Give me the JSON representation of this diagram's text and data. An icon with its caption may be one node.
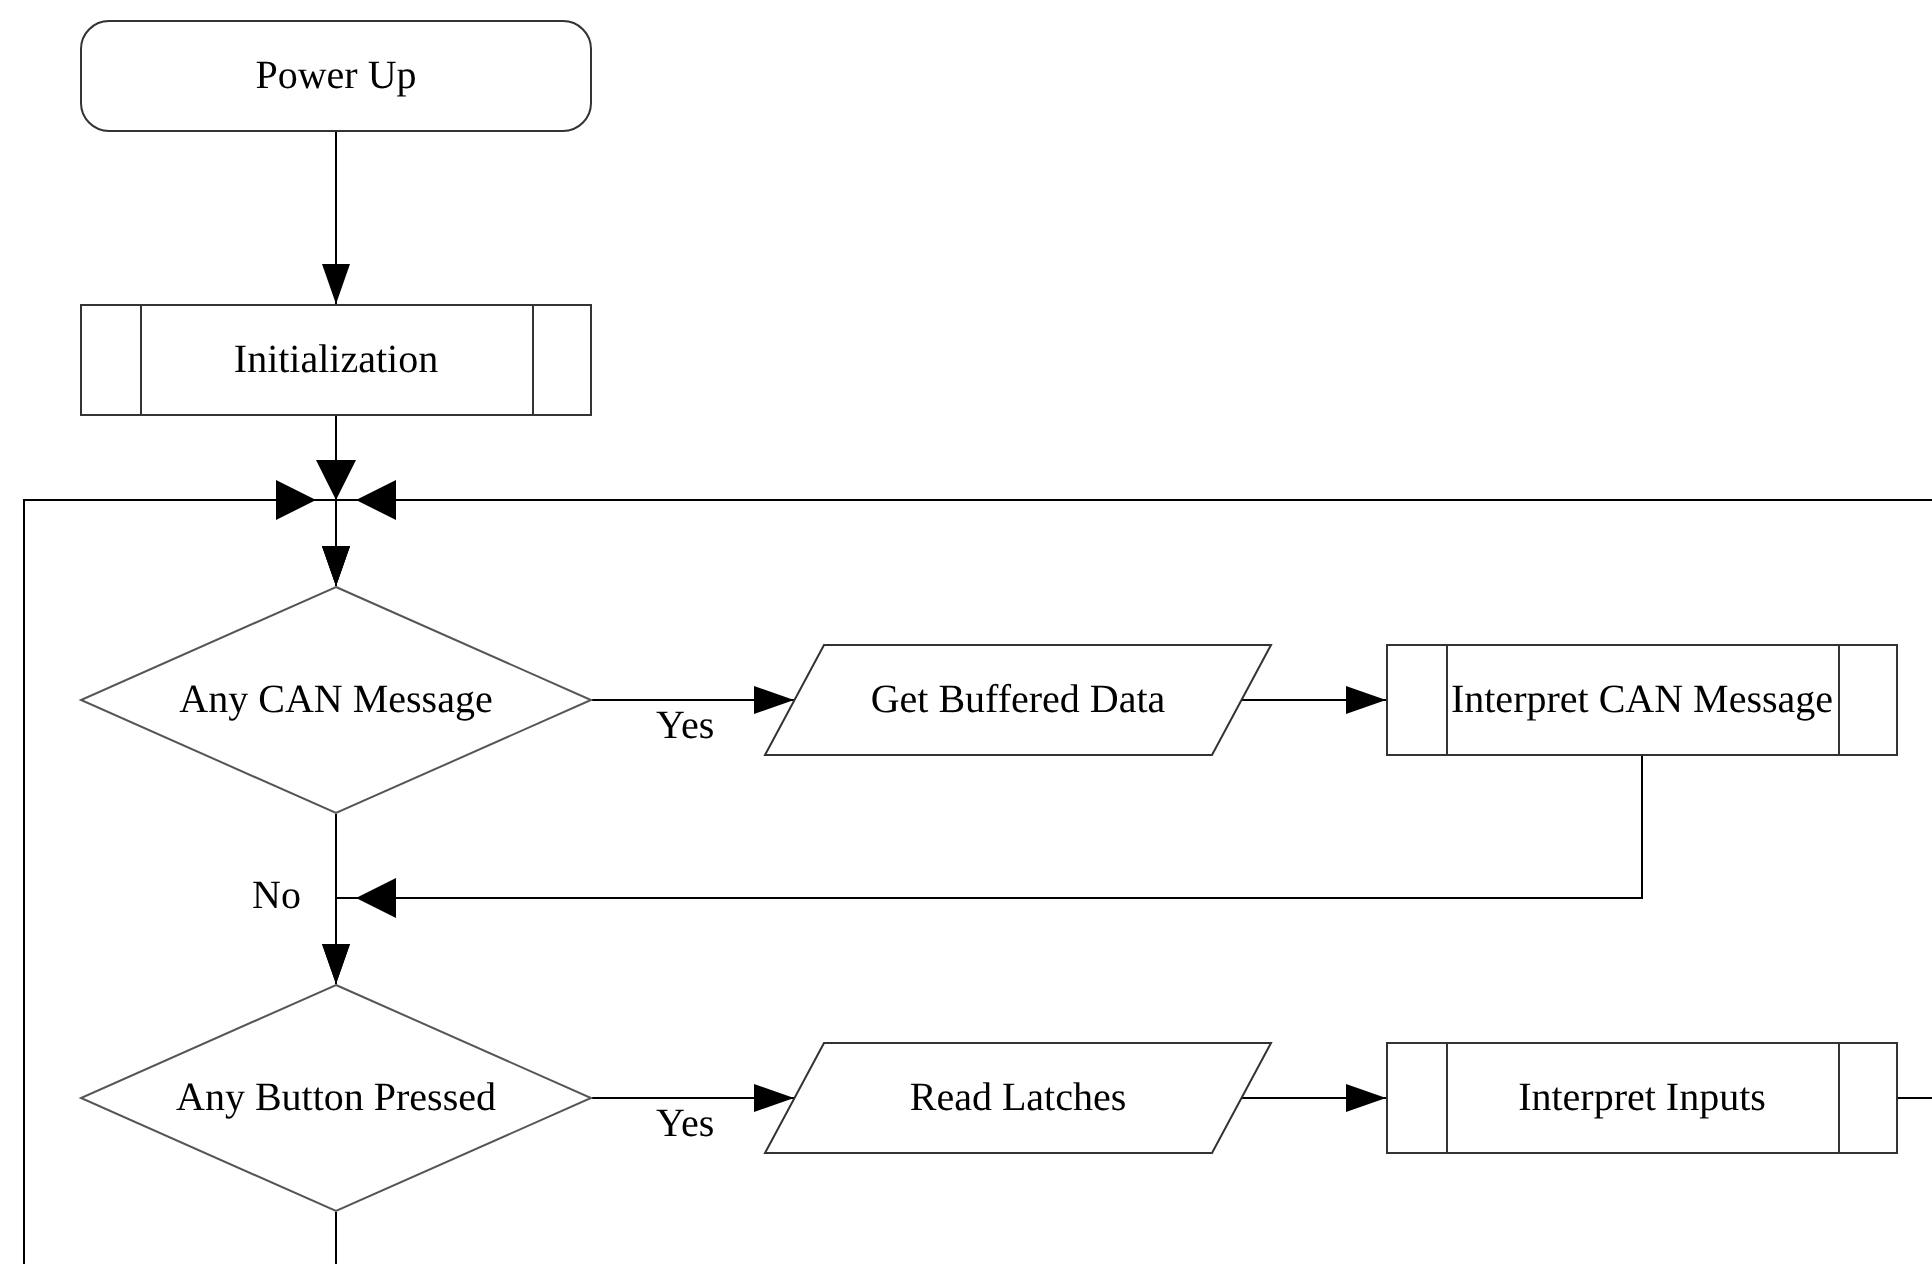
{
  "diagram": {
    "nodes": [
      {
        "text": [
          "Power Up"
        ]
      },
      {
        "text": [
          "Initialization"
        ]
      },
      {
        "text": [
          "Any CAN Message"
        ]
      },
      {
        "text": [
          "Get Buffered Data"
        ]
      },
      {
        "text": [
          "Interpret CAN Message"
        ]
      },
      {
        "text": [
          "Any Button Pressed"
        ]
      },
      {
        "text": [
          "Read Latches"
        ]
      },
      {
        "text": [
          "Interpret Inputs"
        ]
      }
    ],
    "edges": [
      {
        "from": 0,
        "to": 1,
        "arrow": "to"
      },
      {
        "from": 1,
        "to": 2,
        "arrow": "to"
      },
      {
        "from": null,
        "to": 2,
        "arrow": "to"
      },
      {
        "from": null,
        "to": 2,
        "arrow": "to"
      },
      {
        "from": 2,
        "to": 3,
        "arrow": "to",
        "label": "Yes"
      },
      {
        "from": 3,
        "to": 4,
        "arrow": "to"
      },
      {
        "from": 4,
        "to": 5,
        "arrow": "to"
      },
      {
        "from": 2,
        "to": 5,
        "arrow": "to",
        "label": "No"
      },
      {
        "from": 5,
        "to": 6,
        "arrow": "to",
        "label": "Yes"
      },
      {
        "from": 6,
        "to": 7,
        "arrow": "to"
      },
      {
        "from": 7,
        "to": null,
        "arrow": "none"
      },
      {
        "from": 5,
        "to": null,
        "arrow": "none"
      }
    ]
  }
}
